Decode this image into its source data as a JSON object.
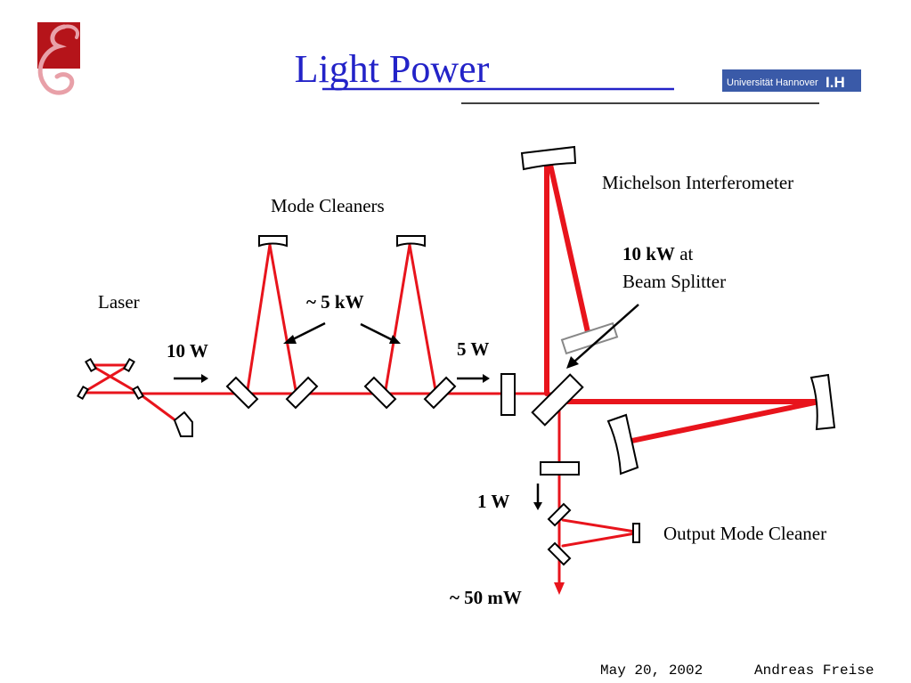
{
  "title": "Light Power",
  "logo_right_text": "Universität Hannover",
  "logo_right_mark": "I.H",
  "labels": {
    "mode_cleaners": "Mode Cleaners",
    "michelson": "Michelson Interferometer",
    "laser": "Laser",
    "mc_power": "~ 5 kW",
    "bs_power_value": "10 kW",
    "bs_power_suffix": " at",
    "beam_splitter": "Beam Splitter",
    "input_power": "10 W",
    "after_mc_power": "5 W",
    "dark_port_power": "1 W",
    "output_mode_cleaner": "Output Mode Cleaner",
    "final_power": "~ 50 mW"
  },
  "footer": {
    "date": "May 20, 2002",
    "author": "Andreas Freise"
  },
  "colors": {
    "beam": "#e8141c",
    "title": "#2323c8",
    "logo_bg": "#b5141a",
    "uni_logo_bg": "#3a5aa8"
  }
}
